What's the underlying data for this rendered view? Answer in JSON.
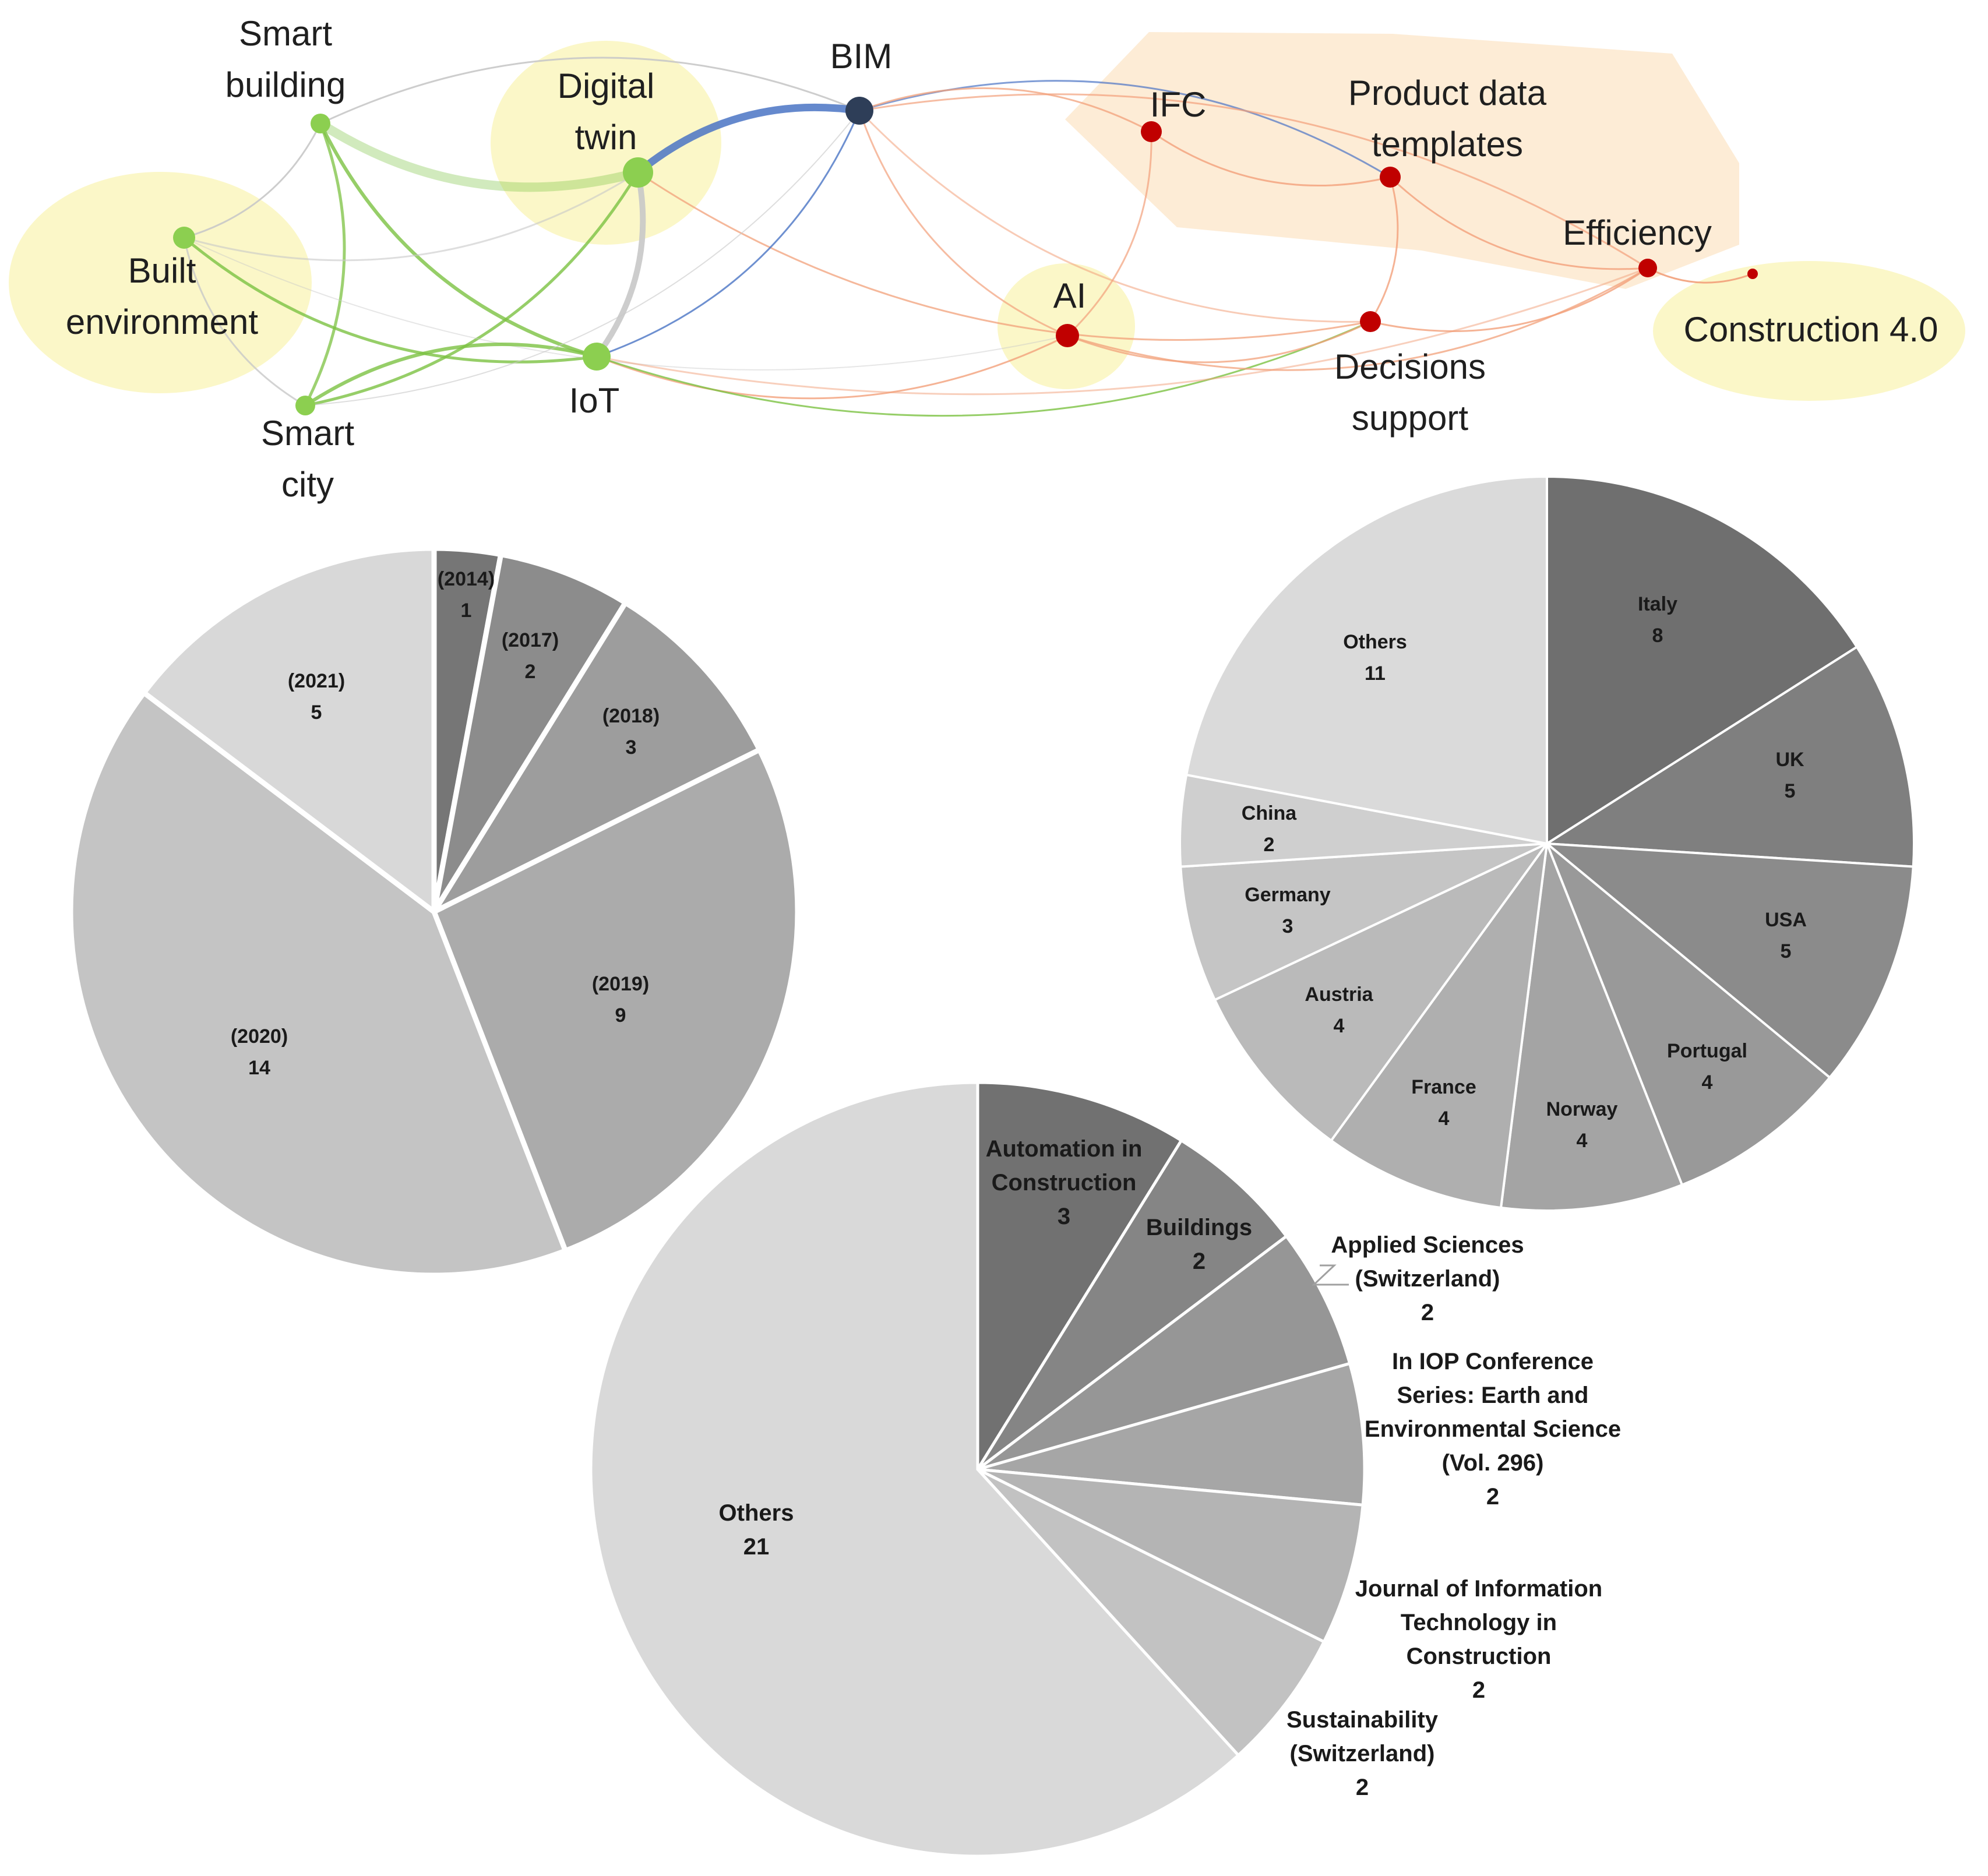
{
  "network": {
    "nodes": [
      {
        "id": "smart_building",
        "label_lines": [
          "Smart",
          "building"
        ],
        "group": "green"
      },
      {
        "id": "digital_twin",
        "label_lines": [
          "Digital",
          "twin"
        ],
        "group": "green"
      },
      {
        "id": "bim",
        "label_lines": [
          "BIM"
        ],
        "group": "navy"
      },
      {
        "id": "ifc",
        "label_lines": [
          "IFC"
        ],
        "group": "red"
      },
      {
        "id": "product_data_templates",
        "label_lines": [
          "Product data",
          "templates"
        ],
        "group": "red"
      },
      {
        "id": "efficiency",
        "label_lines": [
          "Efficiency"
        ],
        "group": "red"
      },
      {
        "id": "construction_40",
        "label_lines": [
          "Construction 4.0"
        ],
        "group": "red"
      },
      {
        "id": "built_environment",
        "label_lines": [
          "Built",
          "environment"
        ],
        "group": "green"
      },
      {
        "id": "ai",
        "label_lines": [
          "AI"
        ],
        "group": "red"
      },
      {
        "id": "decisions_support",
        "label_lines": [
          "Decisions",
          "support"
        ],
        "group": "red"
      },
      {
        "id": "iot",
        "label_lines": [
          "IoT"
        ],
        "group": "green"
      },
      {
        "id": "smart_city",
        "label_lines": [
          "Smart",
          "city"
        ],
        "group": "green"
      }
    ],
    "colors": {
      "green": "#8ccf50",
      "navy": "#2e3e58",
      "red": "#c00000",
      "halo_yellow": "#fbf7c8",
      "halo_orange": "#fde9cf",
      "edge_green": "#7cc242",
      "edge_blue": "#4a74c4",
      "edge_orange": "#f2a07a",
      "edge_grey": "#c8c8c8"
    }
  },
  "chart_data": [
    {
      "type": "pie",
      "slices": [
        {
          "label": "(2014)",
          "value": 1,
          "color": "#767676"
        },
        {
          "label": "(2017)",
          "value": 2,
          "color": "#8c8c8c"
        },
        {
          "label": "(2018)",
          "value": 3,
          "color": "#9d9d9d"
        },
        {
          "label": "(2019)",
          "value": 9,
          "color": "#ababab"
        },
        {
          "label": "(2020)",
          "value": 14,
          "color": "#c4c4c4"
        },
        {
          "label": "(2021)",
          "value": 5,
          "color": "#d8d8d8"
        }
      ]
    },
    {
      "type": "pie",
      "slices": [
        {
          "label": "Italy",
          "value": 8,
          "color": "#6f6f6f"
        },
        {
          "label": "UK",
          "value": 5,
          "color": "#7f7f7f"
        },
        {
          "label": "USA",
          "value": 5,
          "color": "#8b8b8b"
        },
        {
          "label": "Portugal",
          "value": 4,
          "color": "#999999"
        },
        {
          "label": "Norway",
          "value": 4,
          "color": "#a4a4a4"
        },
        {
          "label": "France",
          "value": 4,
          "color": "#afafaf"
        },
        {
          "label": "Austria",
          "value": 4,
          "color": "#bababa"
        },
        {
          "label": "Germany",
          "value": 3,
          "color": "#c5c5c5"
        },
        {
          "label": "China",
          "value": 2,
          "color": "#cfcfcf"
        },
        {
          "label": "Others",
          "value": 11,
          "color": "#dadada"
        }
      ]
    },
    {
      "type": "pie",
      "slices": [
        {
          "label": "Automation in Construction",
          "label_lines": [
            "Automation in",
            "Construction"
          ],
          "value": 3,
          "color": "#717171"
        },
        {
          "label": "Buildings",
          "label_lines": [
            "Buildings"
          ],
          "value": 2,
          "color": "#858585"
        },
        {
          "label": "Applied Sciences (Switzerland)",
          "label_lines": [
            "Applied Sciences",
            "(Switzerland)"
          ],
          "value": 2,
          "color": "#969696"
        },
        {
          "label": "In IOP Conference Series: Earth and Environmental Science (Vol. 296)",
          "label_lines": [
            "In IOP Conference",
            "Series: Earth and",
            "Environmental Science",
            "(Vol. 296)"
          ],
          "value": 2,
          "color": "#a6a6a6"
        },
        {
          "label": "Journal of Information Technology in Construction",
          "label_lines": [
            "Journal of Information",
            "Technology in",
            "Construction"
          ],
          "value": 2,
          "color": "#b4b4b4"
        },
        {
          "label": "Sustainability (Switzerland)",
          "label_lines": [
            "Sustainability",
            "(Switzerland)"
          ],
          "value": 2,
          "color": "#c2c2c2"
        },
        {
          "label": "Others",
          "label_lines": [
            "Others"
          ],
          "value": 21,
          "color": "#d9d9d9"
        }
      ]
    }
  ]
}
